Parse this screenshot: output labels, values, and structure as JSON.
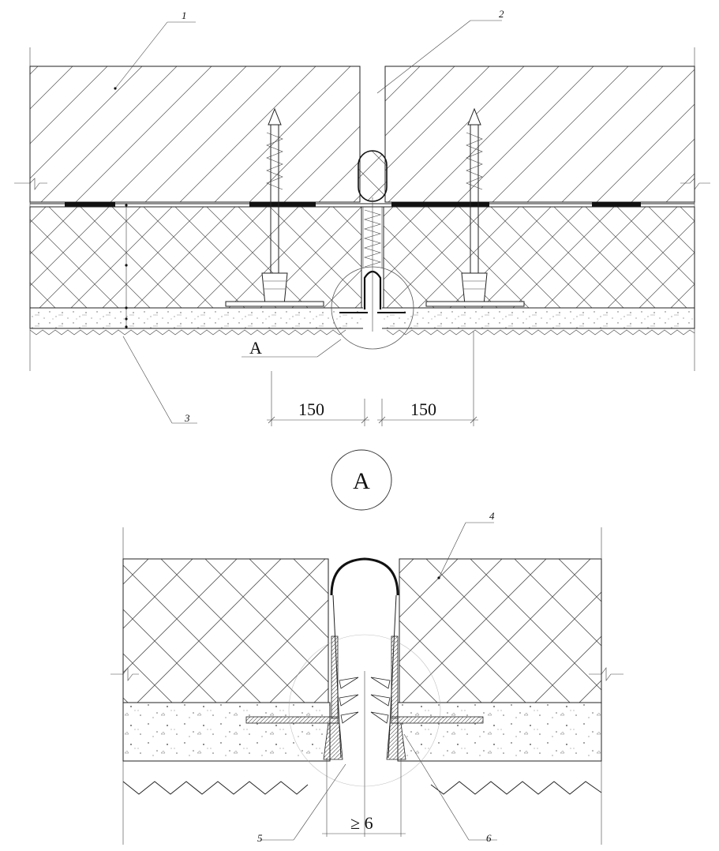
{
  "callouts": {
    "c1": "1",
    "c2": "2",
    "c3": "3",
    "c4": "4",
    "c5": "5",
    "c6": "6"
  },
  "detail_marker": "A",
  "detail_title": "A",
  "dimensions": {
    "left_width": "150",
    "right_width": "150",
    "min_gap": "≥ 6"
  }
}
